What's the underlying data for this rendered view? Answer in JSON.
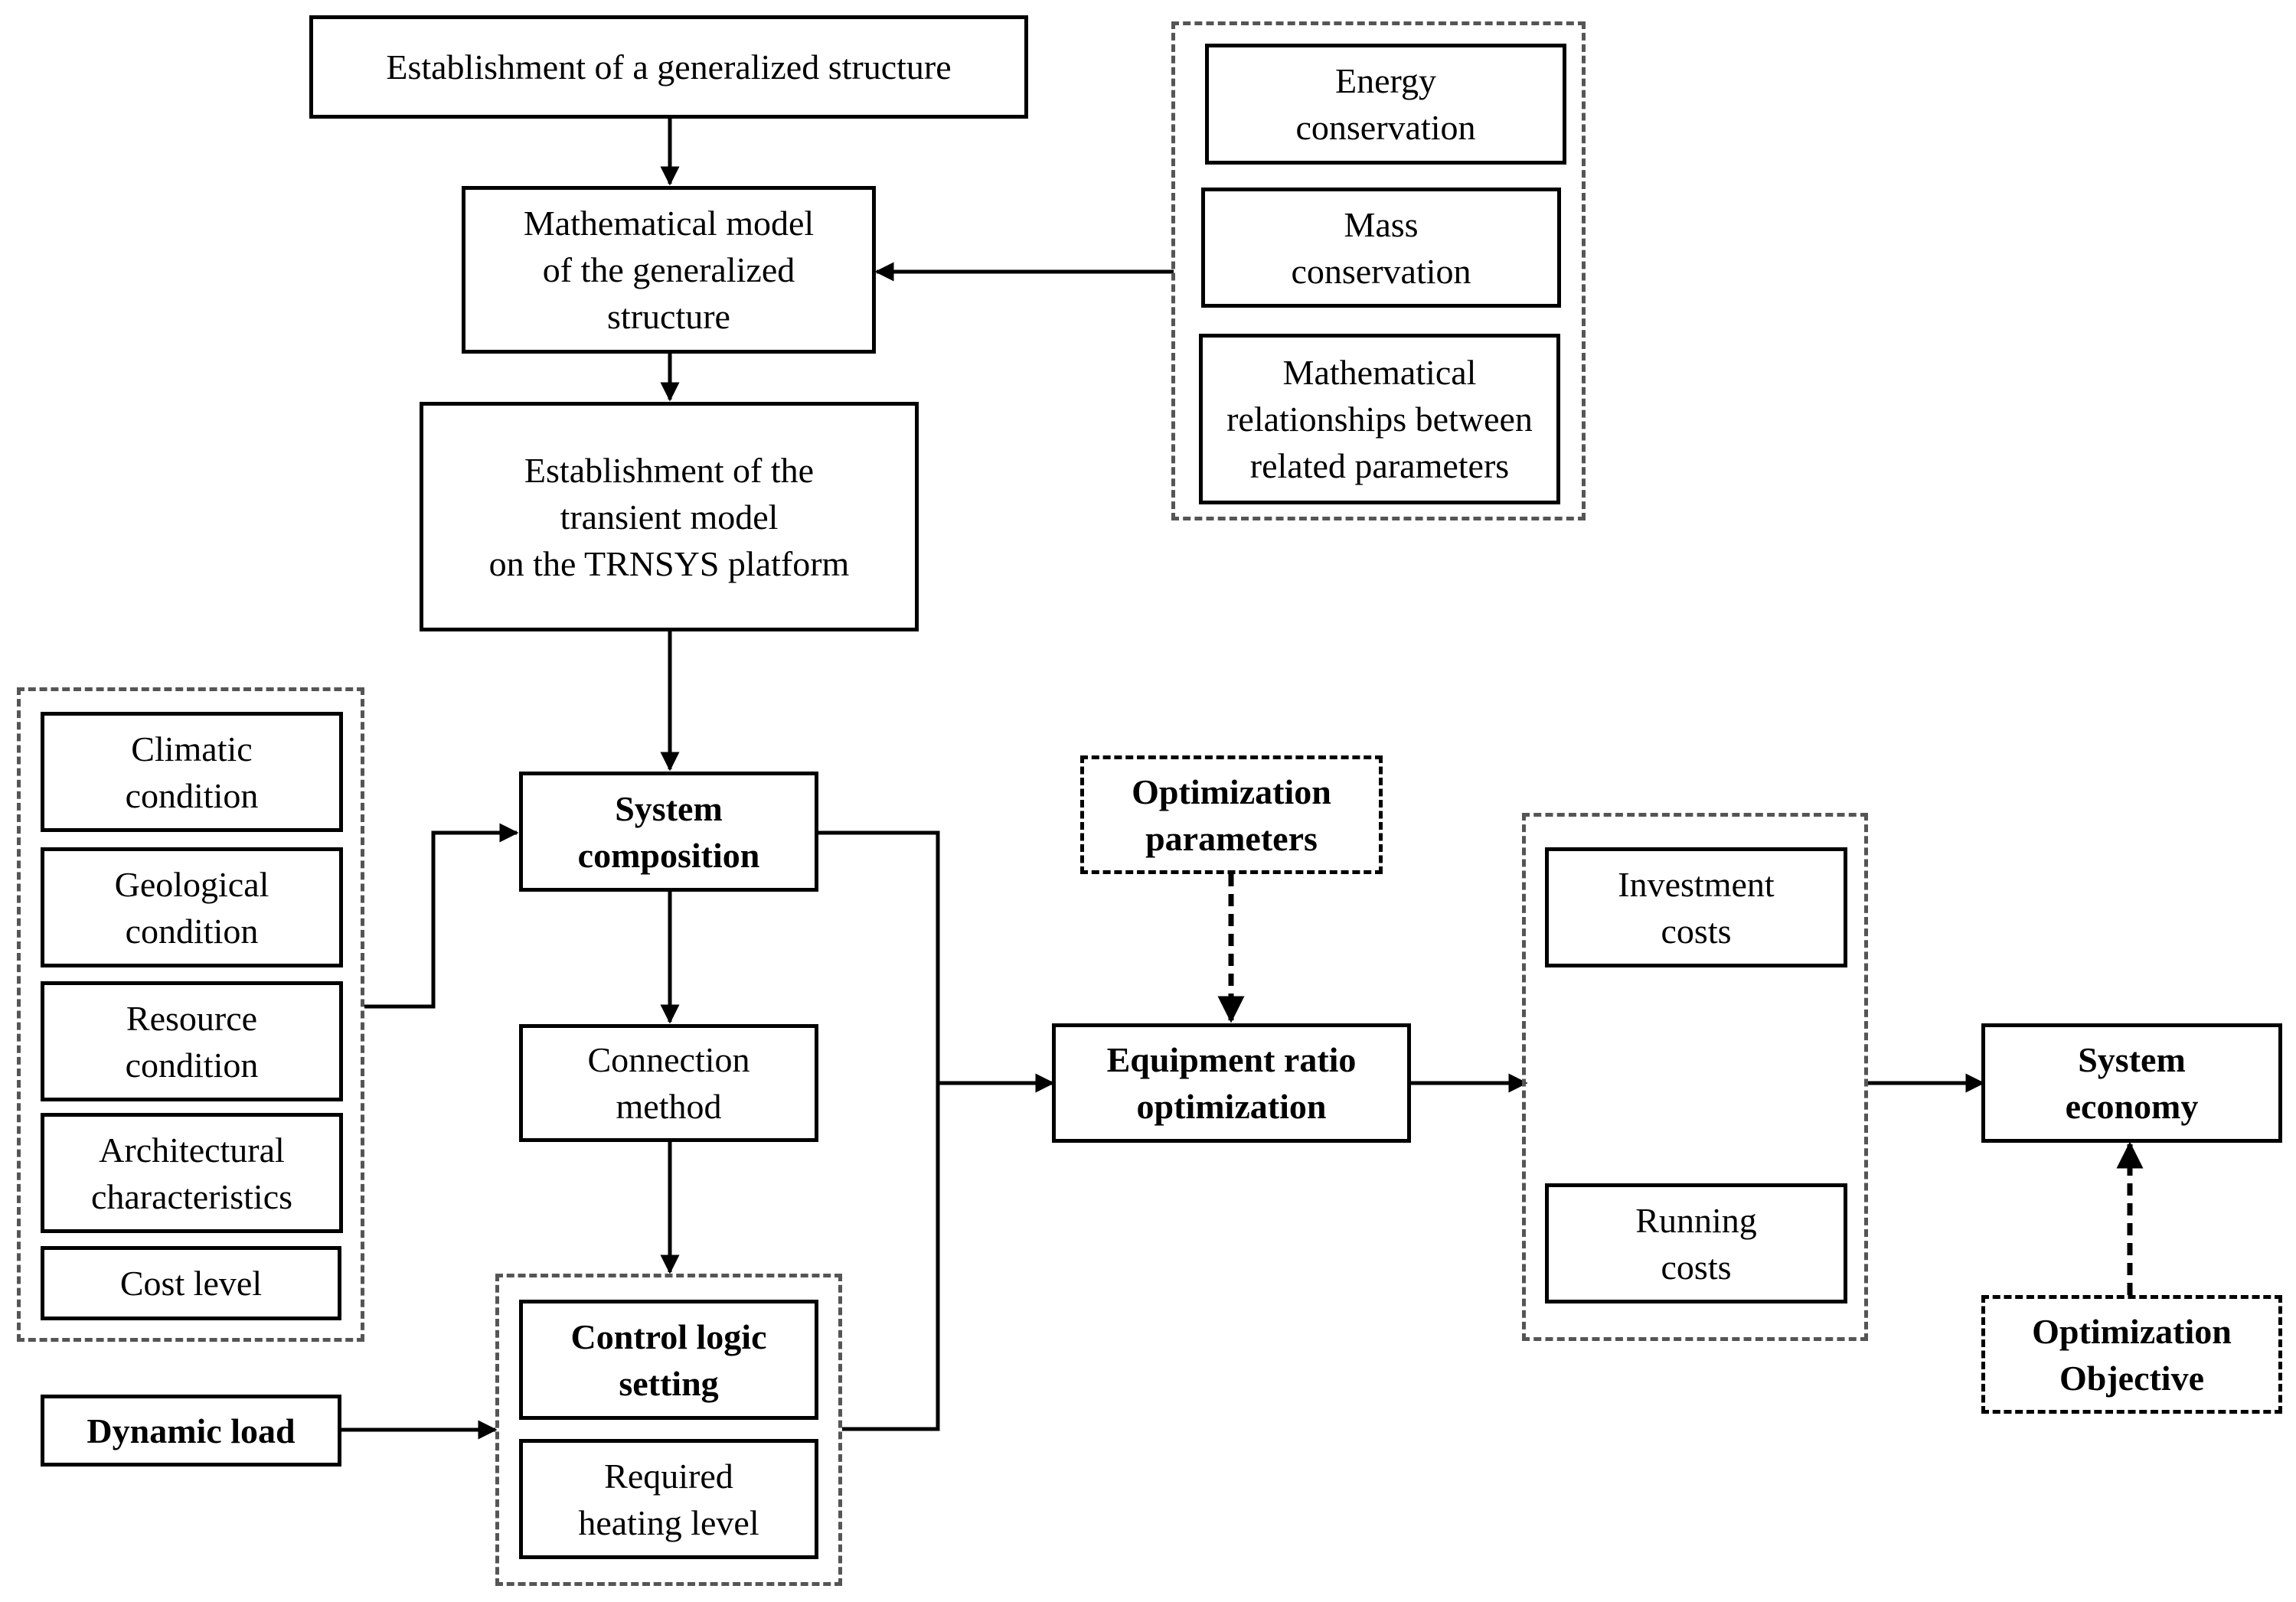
{
  "nodes": {
    "generalized_structure": "Establishment of a generalized structure",
    "math_model": "Mathematical model\nof the generalized\nstructure",
    "transient_model": "Establishment of the\ntransient model\non the TRNSYS platform",
    "energy_conservation": "Energy\nconservation",
    "mass_conservation": "Mass\nconservation",
    "math_relationships": "Mathematical\nrelationships between\nrelated parameters",
    "climatic": "Climatic\ncondition",
    "geological": "Geological\ncondition",
    "resource": "Resource\ncondition",
    "architectural": "Architectural\ncharacteristics",
    "cost_level": "Cost level",
    "dynamic_load": "Dynamic load",
    "system_composition": "System\ncomposition",
    "connection_method": "Connection\nmethod",
    "control_logic": "Control logic\nsetting",
    "heating_level": "Required\nheating level",
    "optimization_parameters": "Optimization\nparameters",
    "equipment_ratio": "Equipment ratio\noptimization",
    "investment_costs": "Investment\ncosts",
    "running_costs": "Running\ncosts",
    "system_economy": "System\neconomy",
    "optimization_objective": "Optimization\nObjective"
  }
}
